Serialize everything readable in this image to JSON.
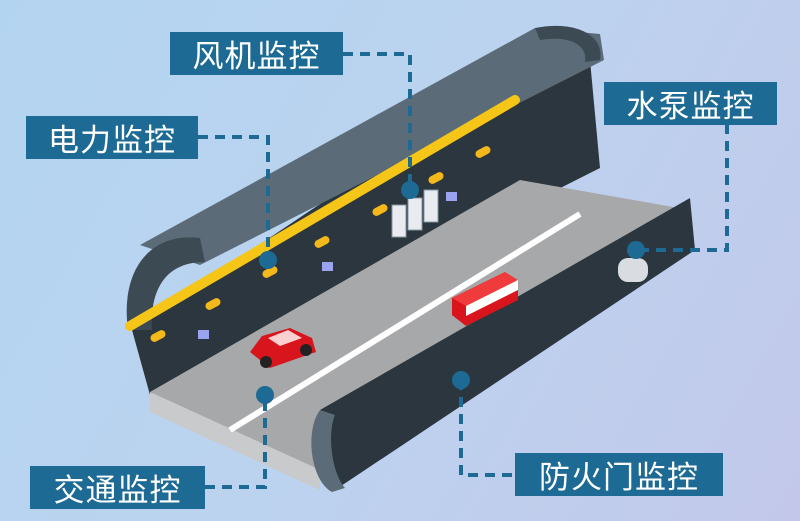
{
  "labels": {
    "fan": "风机监控",
    "power": "电力监控",
    "pump": "水泵监控",
    "traffic": "交通监控",
    "fire_door": "防火门监控"
  },
  "colors": {
    "label_bg": "#1d6a94",
    "marker": "#1d6a94",
    "stripe": "#f5c518",
    "shell": "#5b6c78",
    "wall": "#2b363e",
    "road": "#a7a8aa"
  }
}
